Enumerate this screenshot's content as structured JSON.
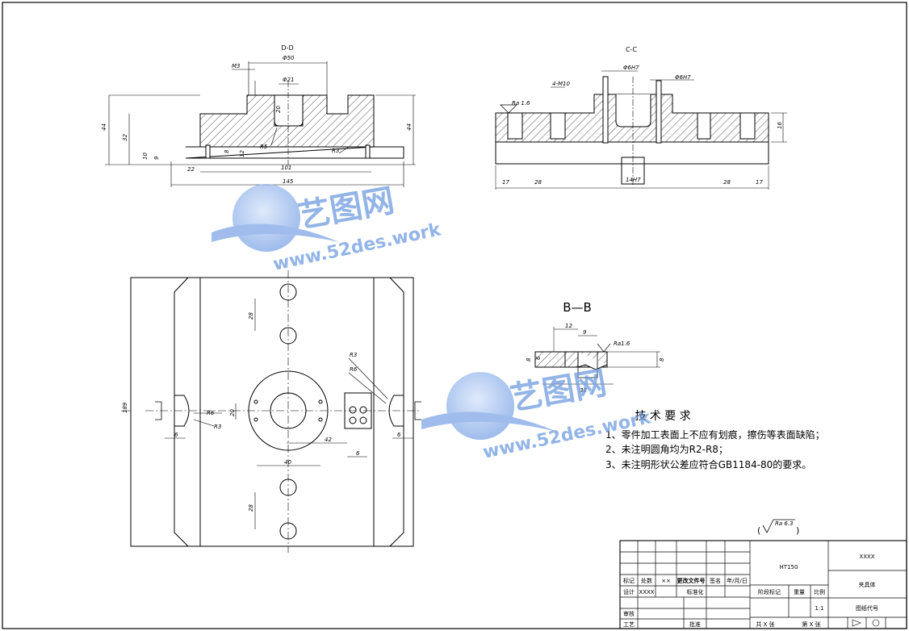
{
  "views": {
    "dd": {
      "title": "D-D"
    },
    "cc": {
      "title": "C-C"
    },
    "bb": {
      "title": "B—B"
    }
  },
  "dims": {
    "dd": [
      "Φ50",
      "Φ21",
      "M3",
      "20",
      "44",
      "32",
      "44",
      "10",
      "9",
      "8",
      "12",
      "R5",
      "R3",
      "22",
      "101",
      "145"
    ],
    "cc": [
      "Φ6H7",
      "Φ6H7",
      "4-M10",
      "Ra 1.6",
      "16",
      "17",
      "28",
      "14H7",
      "28",
      "17"
    ],
    "plan": [
      "28",
      "R3",
      "R6",
      "R6",
      "R3",
      "20",
      "6",
      "6",
      "42",
      "6",
      "40",
      "28",
      "189"
    ],
    "bb": [
      "12",
      "9",
      "Ra1.6",
      "8",
      "6",
      "8",
      "33"
    ]
  },
  "tech_req": {
    "title": "技 术 要 求",
    "items": [
      "1、零件加工表面上不应有划痕，擦伤等表面缺陷；",
      "2、未注明圆角均为R2-R8；",
      "3、未注明形状公差应符合GB1184-80的要求。"
    ]
  },
  "roughness_note": {
    "value": "Ra 6.3"
  },
  "title_block": {
    "material": "HT150",
    "code_top": "XXXX",
    "part_name": "夹具体",
    "drawing_no_label": "图纸代号",
    "scale_label": "比例",
    "scale": "1:1",
    "weight_label": "重量",
    "stage_label": "阶段标记",
    "mark_label": "标记",
    "count_label": "处数",
    "count_val": "××",
    "file_label": "更改文件号",
    "sign_label": "签名",
    "date_label": "年/月/日",
    "design_label": "设计",
    "design_val": "XXXX",
    "std_label": "标准化",
    "review_label": "审核",
    "process_label": "工艺",
    "approve_label": "批准",
    "sheets_total": "共  X  张",
    "sheet_no": "第  X  张"
  },
  "watermark": {
    "brand": "艺图网",
    "url": "www.52des.work"
  }
}
